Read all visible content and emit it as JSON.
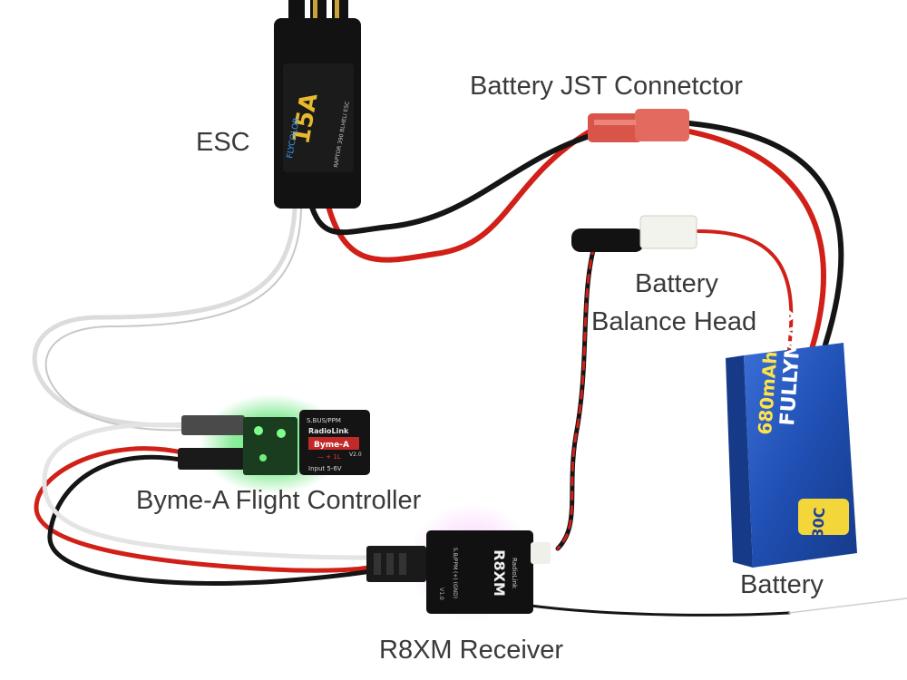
{
  "labels": {
    "esc": "ESC",
    "battery_jst_connector": "Battery JST Connetctor",
    "battery_balance_head_line1": "Battery",
    "battery_balance_head_line2": "Balance Head",
    "flight_controller": "Byme-A Flight Controller",
    "battery": "Battery",
    "receiver": "R8XM Receiver"
  },
  "esc_printing": {
    "brand": "FLYCOLOR",
    "rating": "15A",
    "model": "RAPTOR 390 BLHELI ESC"
  },
  "flight_controller_printing": {
    "port": "S.BUS/PPM",
    "brand": "RadioLink",
    "model": "Byme-A",
    "version": "V2.0",
    "polarity": "— + 1L",
    "input": "Input 5-6V"
  },
  "receiver_printing": {
    "model": "R8XM",
    "brand": "RadioLink",
    "pins": "S.B/PPM (+) (GND)",
    "version": "V1.0"
  },
  "battery_printing": {
    "brand": "FULLYMAX",
    "capacity": "680mAh",
    "rate": "30C"
  },
  "colors": {
    "label_text": "#3a3a3a",
    "wire_red": "#d02018",
    "wire_black": "#151515",
    "wire_white": "#dcdcdc",
    "battery_blue": "#1f4fb3",
    "led_green": "#3cff5a"
  }
}
